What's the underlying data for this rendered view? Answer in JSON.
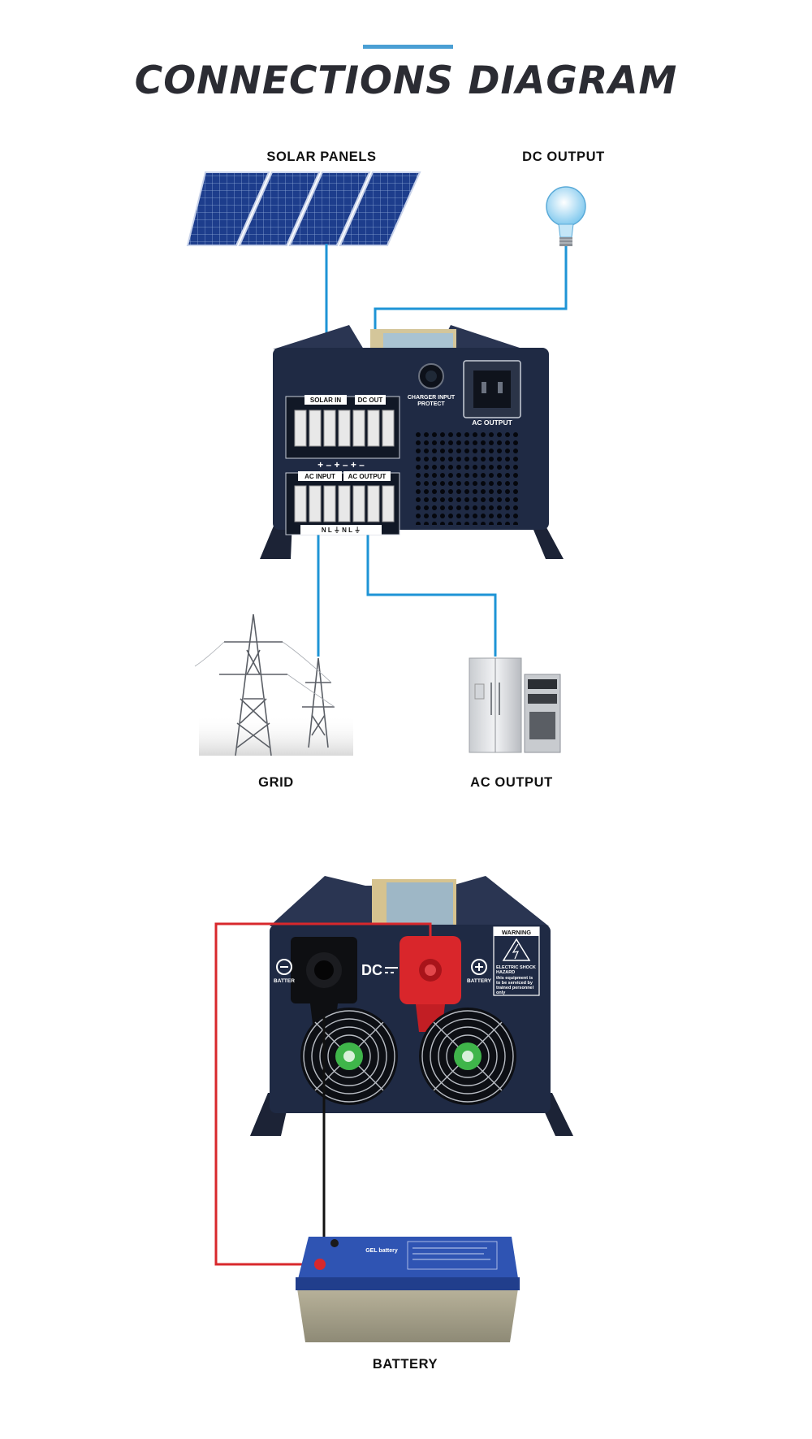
{
  "header": {
    "title": "CONNECTIONS DIAGRAM"
  },
  "labels": {
    "solar_panels": "SOLAR PANELS",
    "dc_output": "DC OUTPUT",
    "grid": "GRID",
    "ac_output": "AC OUTPUT",
    "battery": "BATTERY"
  },
  "inverter_front": {
    "terminal_top_left": "SOLAR IN",
    "terminal_top_right": "DC OUT",
    "terminal_bottom_left": "AC INPUT",
    "terminal_bottom_right": "AC OUTPUT",
    "charger_input": "CHARGER INPUT",
    "protect": "PROTECT",
    "socket_label": "AC OUTPUT",
    "polarity_row": "+ – + – + –",
    "nl_row": "N L ⏚ N L ⏚"
  },
  "inverter_back": {
    "dc_label": "DC",
    "neg_label": "BATTER",
    "pos_label": "BATTERY",
    "warning_title": "WARNING",
    "warning_line1": "ELECTRIC SHOCK",
    "warning_line2": "HAZARD",
    "warning_line3": "this equipment is",
    "warning_line4": "to be serviced by",
    "warning_line5": "trained personnel",
    "warning_line6": "only"
  },
  "battery_unit": {
    "brand": "GEL battery"
  },
  "colors": {
    "accent": "#4a9fd4",
    "wire_blue": "#1e94d6",
    "wire_red": "#d8282c",
    "wire_black": "#111111",
    "inverter_body": "#1f2a44",
    "title_color": "#2b2c33"
  }
}
